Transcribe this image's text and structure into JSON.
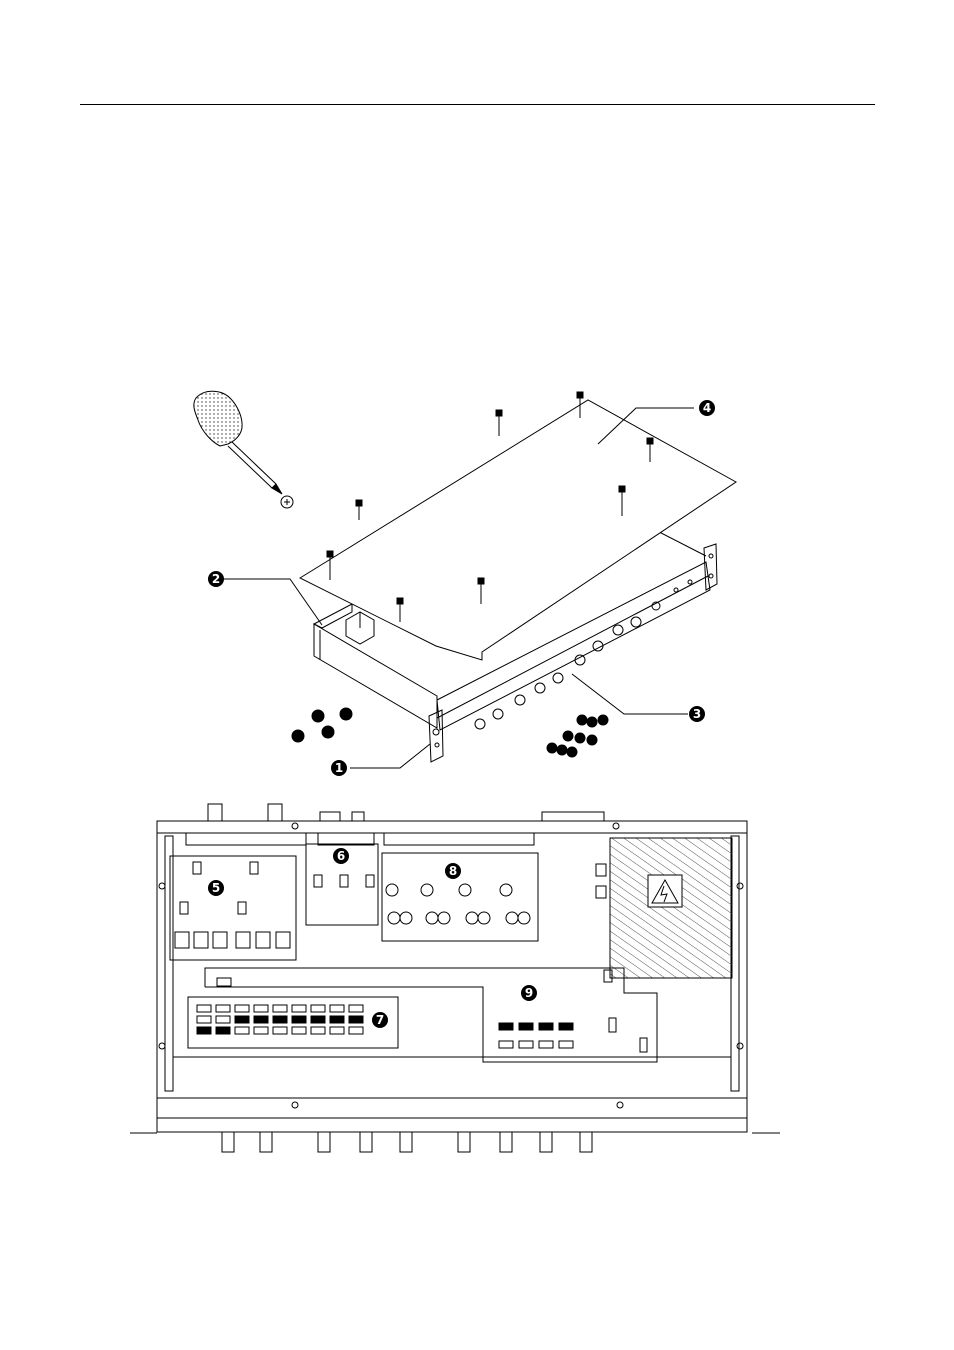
{
  "callouts": {
    "c1": "1",
    "c2": "2",
    "c3": "3",
    "c4": "4",
    "c5": "5",
    "c6": "6",
    "c7": "7",
    "c8": "8",
    "c9": "9"
  },
  "colors": {
    "line": "#000000",
    "background": "#ffffff",
    "hatch": "#555555"
  },
  "icons": [
    "screwdriver-icon",
    "phillips-screw-icon",
    "high-voltage-warning-icon"
  ]
}
